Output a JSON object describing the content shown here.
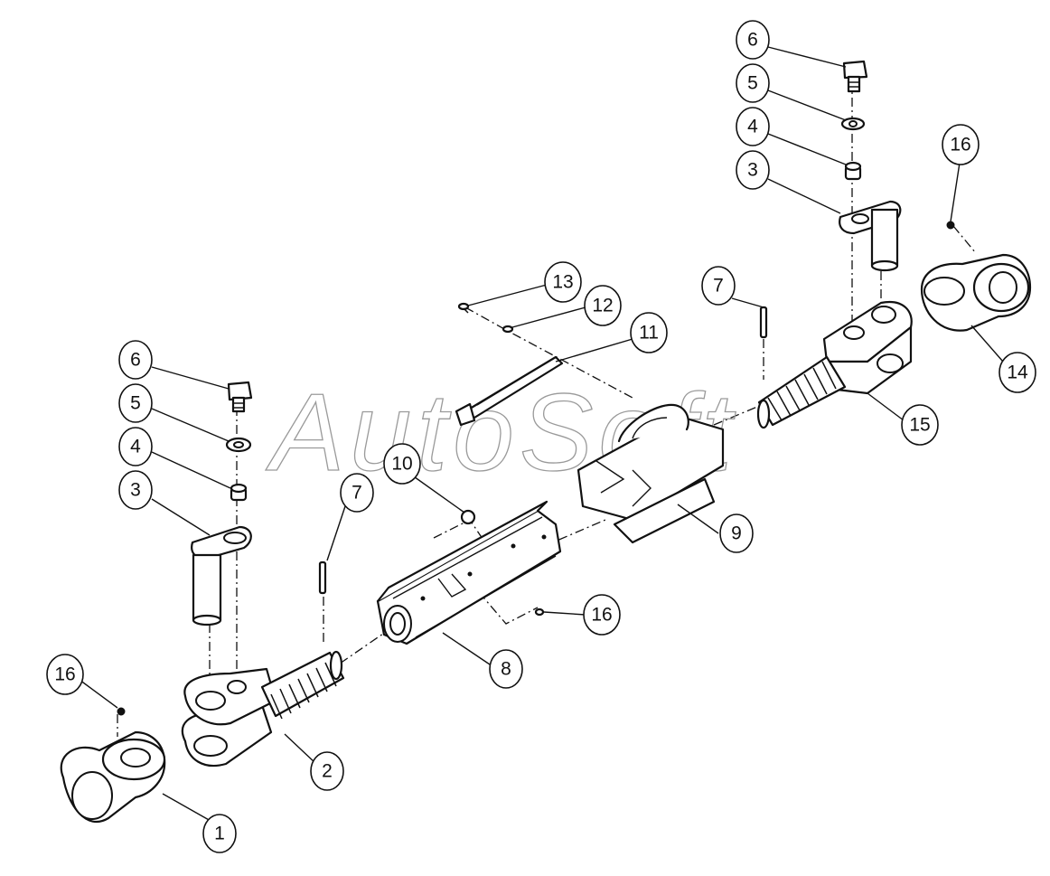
{
  "watermark": {
    "text": "AutoSoft",
    "stroke_color": "#9a9a9a"
  },
  "line_color": "#111111",
  "background_color": "#ffffff",
  "callouts": {
    "c1": "1",
    "c2": "2",
    "c3_left": "3",
    "c4_left": "4",
    "c5_left": "5",
    "c6_left": "6",
    "c7_left": "7",
    "c8": "8",
    "c9": "9",
    "c10": "10",
    "c11": "11",
    "c12": "12",
    "c13": "13",
    "c14": "14",
    "c15": "15",
    "c16_left": "16",
    "c16_mid": "16",
    "c16_right": "16",
    "c3_right": "3",
    "c4_right": "4",
    "c5_right": "5",
    "c6_right": "6",
    "c7_right": "7"
  }
}
